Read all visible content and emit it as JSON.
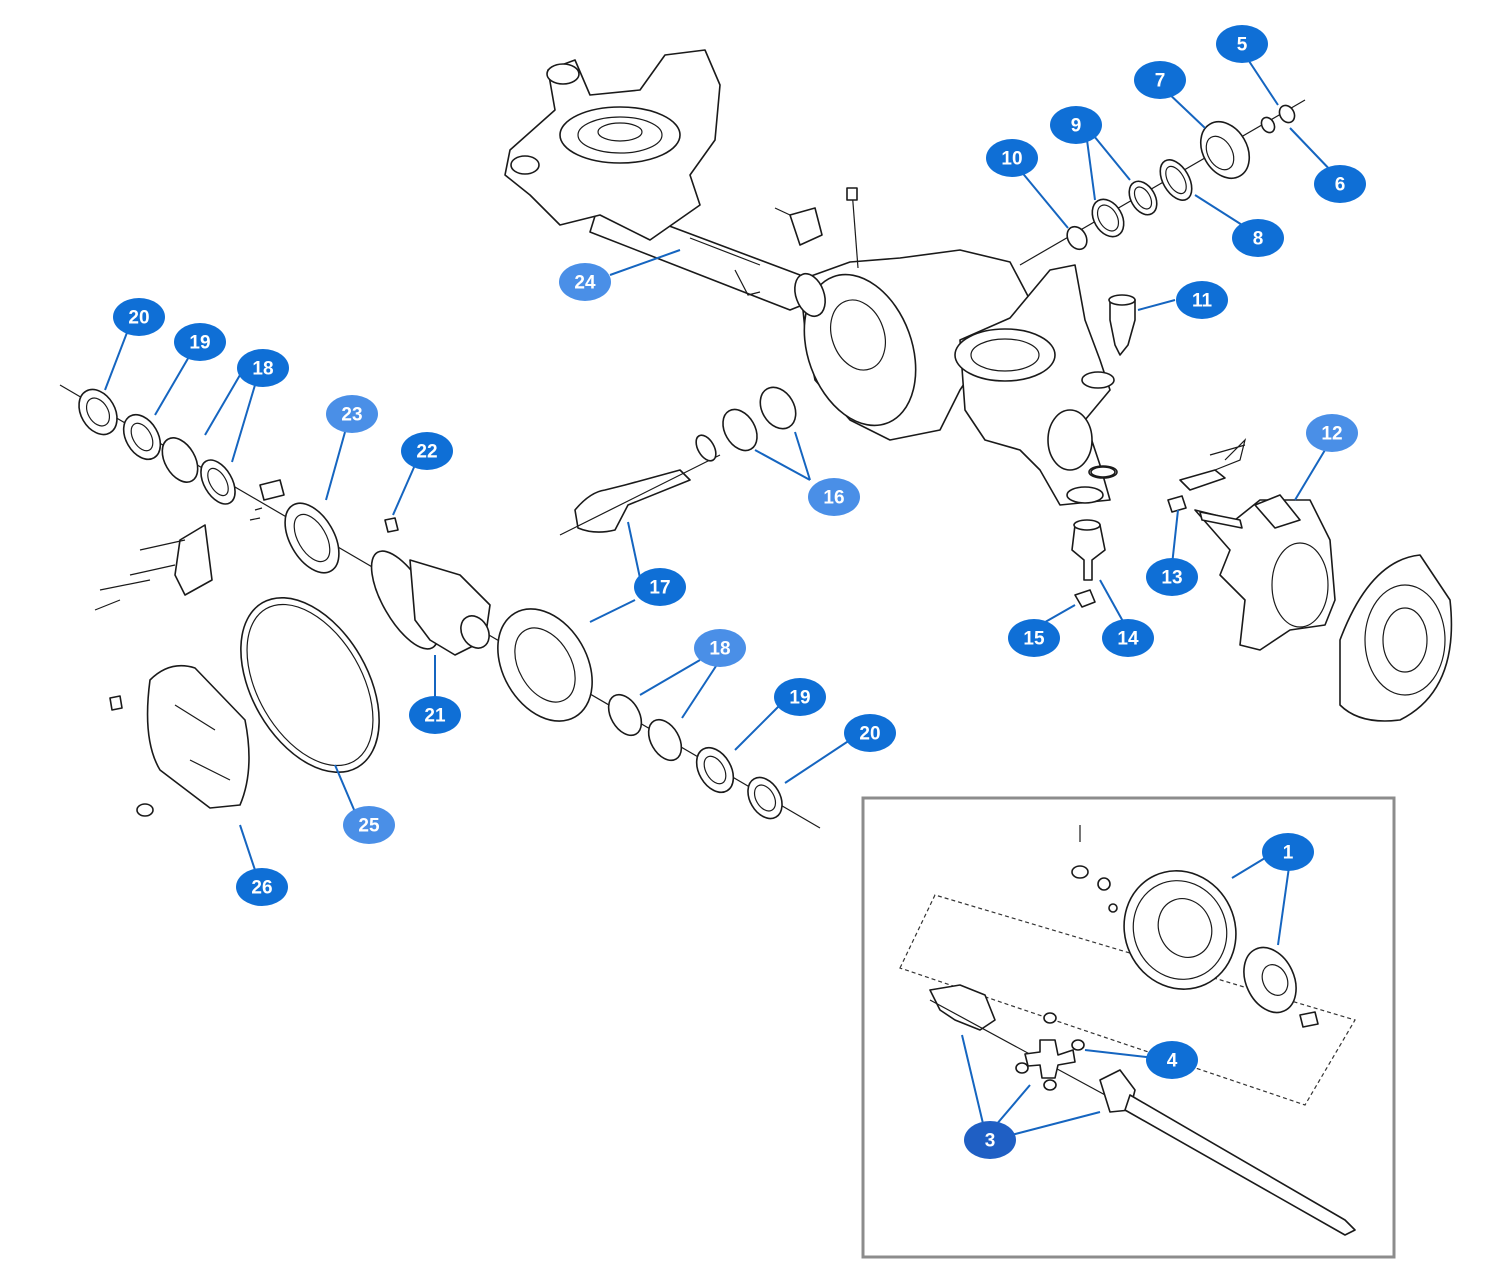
{
  "colors": {
    "callout_primary": "#0f6fd6",
    "callout_secondary": "#4a8fe7",
    "line_art": "#1a1a1a",
    "inset_border": "#8c8c8c"
  },
  "callouts": [
    {
      "id": "c1a",
      "label": "1",
      "tone": "primary"
    },
    {
      "id": "c3",
      "label": "3",
      "tone": "dark"
    },
    {
      "id": "c4",
      "label": "4",
      "tone": "primary"
    },
    {
      "id": "c5",
      "label": "5",
      "tone": "primary"
    },
    {
      "id": "c6",
      "label": "6",
      "tone": "primary"
    },
    {
      "id": "c7",
      "label": "7",
      "tone": "primary"
    },
    {
      "id": "c8",
      "label": "8",
      "tone": "primary"
    },
    {
      "id": "c9",
      "label": "9",
      "tone": "primary"
    },
    {
      "id": "c10",
      "label": "10",
      "tone": "primary"
    },
    {
      "id": "c11",
      "label": "11",
      "tone": "primary"
    },
    {
      "id": "c12",
      "label": "12",
      "tone": "secondary"
    },
    {
      "id": "c13",
      "label": "13",
      "tone": "primary"
    },
    {
      "id": "c14",
      "label": "14",
      "tone": "primary"
    },
    {
      "id": "c15",
      "label": "15",
      "tone": "primary"
    },
    {
      "id": "c16",
      "label": "16",
      "tone": "secondary"
    },
    {
      "id": "c17",
      "label": "17",
      "tone": "primary"
    },
    {
      "id": "c18a",
      "label": "18",
      "tone": "primary"
    },
    {
      "id": "c18b",
      "label": "18",
      "tone": "secondary"
    },
    {
      "id": "c19a",
      "label": "19",
      "tone": "primary"
    },
    {
      "id": "c19b",
      "label": "19",
      "tone": "primary"
    },
    {
      "id": "c20a",
      "label": "20",
      "tone": "primary"
    },
    {
      "id": "c20b",
      "label": "20",
      "tone": "primary"
    },
    {
      "id": "c21",
      "label": "21",
      "tone": "primary"
    },
    {
      "id": "c22",
      "label": "22",
      "tone": "primary"
    },
    {
      "id": "c23",
      "label": "23",
      "tone": "secondary"
    },
    {
      "id": "c24",
      "label": "24",
      "tone": "secondary"
    },
    {
      "id": "c25",
      "label": "25",
      "tone": "secondary"
    },
    {
      "id": "c26",
      "label": "26",
      "tone": "primary"
    }
  ]
}
